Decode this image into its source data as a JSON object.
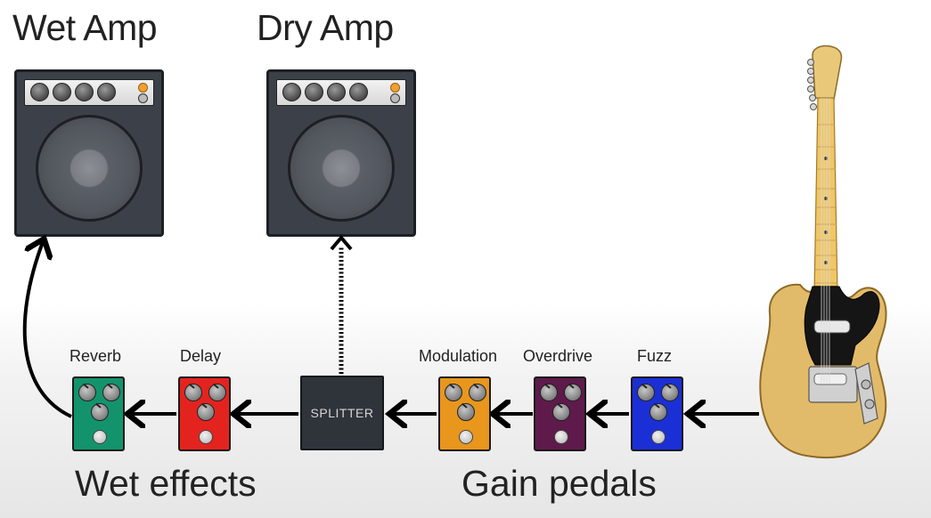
{
  "amps": {
    "wet_title": "Wet Amp",
    "dry_title": "Dry Amp"
  },
  "pedals": {
    "reverb": "Reverb",
    "delay": "Delay",
    "splitter": "SPLITTER",
    "modulation": "Modulation",
    "overdrive": "Overdrive",
    "fuzz": "Fuzz"
  },
  "groups": {
    "wet_effects": "Wet effects",
    "gain_pedals": "Gain pedals"
  },
  "colors": {
    "reverb": "#13936c",
    "delay": "#e4231f",
    "modulation": "#e8961c",
    "overdrive": "#5e1a4b",
    "fuzz": "#1b2fd6",
    "amp_body": "#3c4149",
    "splitter": "#2f343b"
  }
}
